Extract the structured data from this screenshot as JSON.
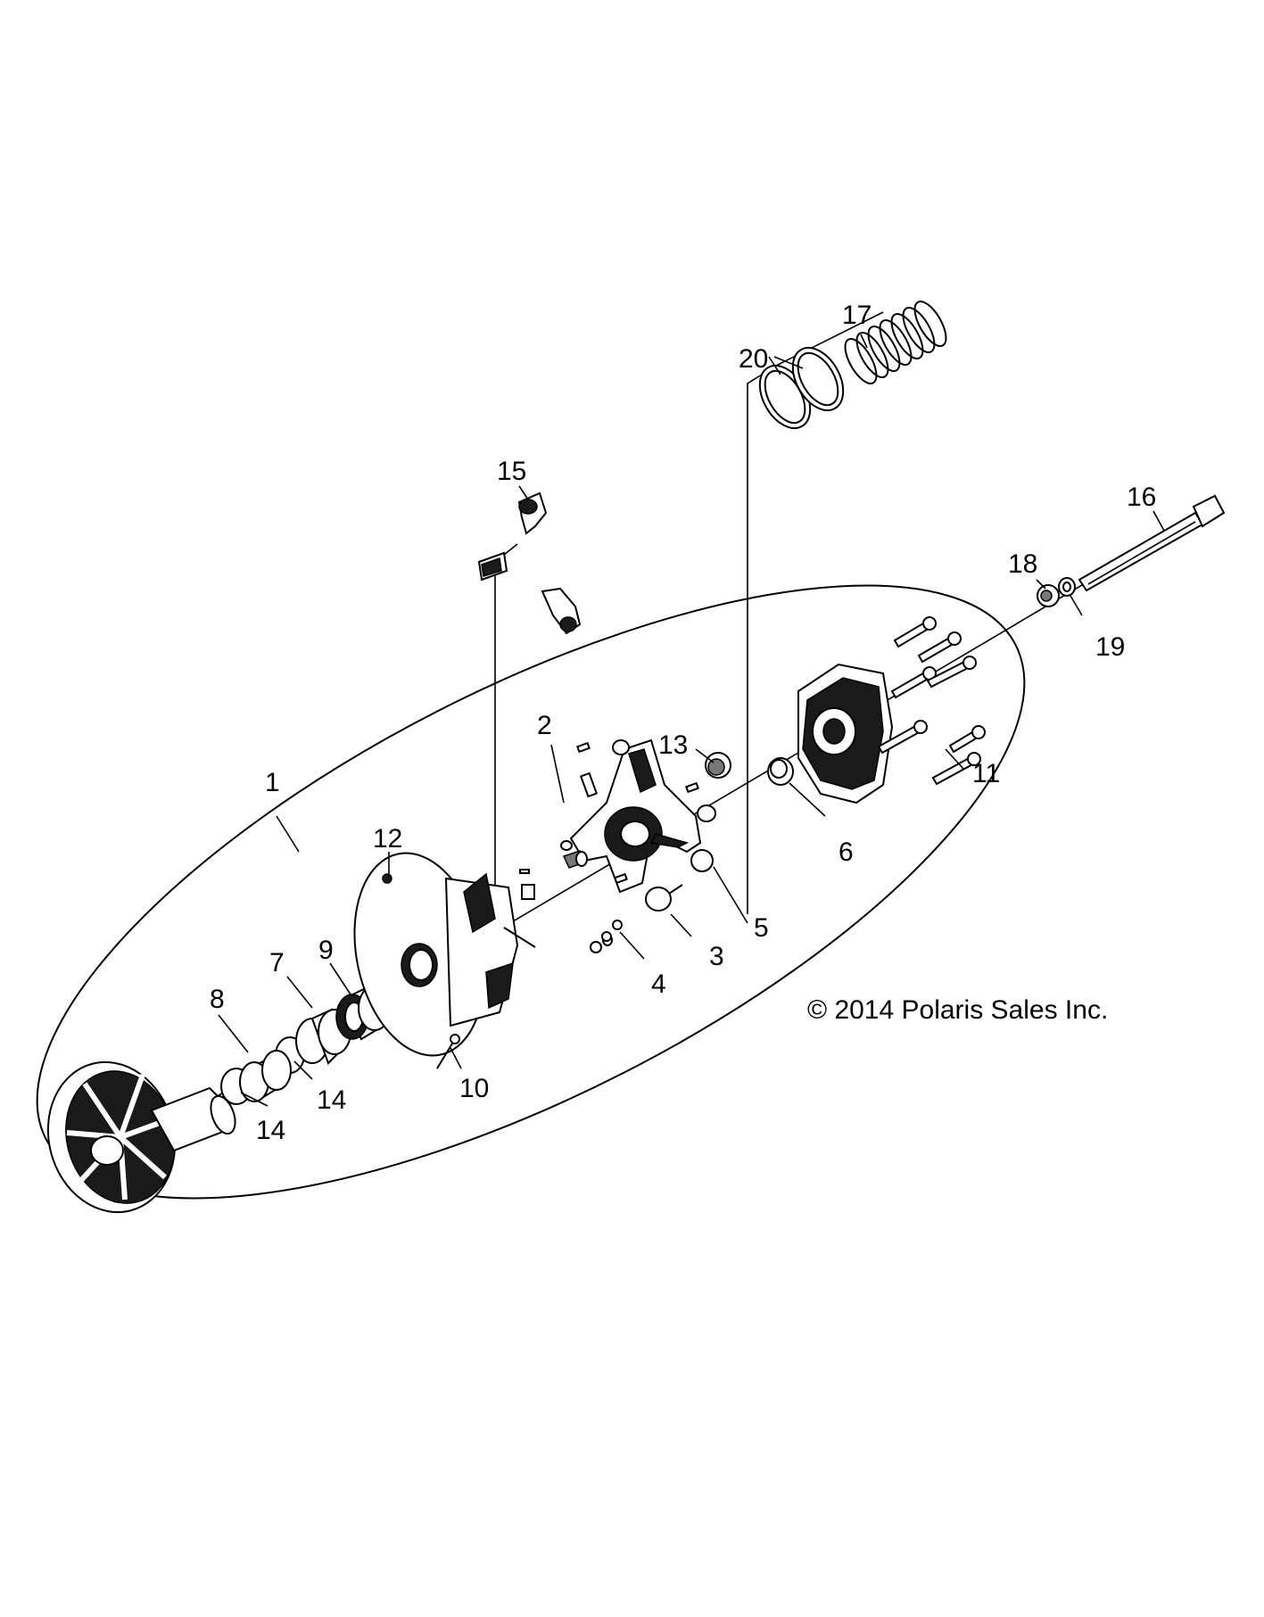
{
  "diagram": {
    "callouts": [
      "1",
      "2",
      "3",
      "4",
      "5",
      "6",
      "7",
      "8",
      "9",
      "10",
      "11",
      "12",
      "13",
      "14",
      "14",
      "15",
      "16",
      "17",
      "18",
      "19",
      "20"
    ],
    "copyright": "© 2014 Polaris Sales Inc."
  }
}
